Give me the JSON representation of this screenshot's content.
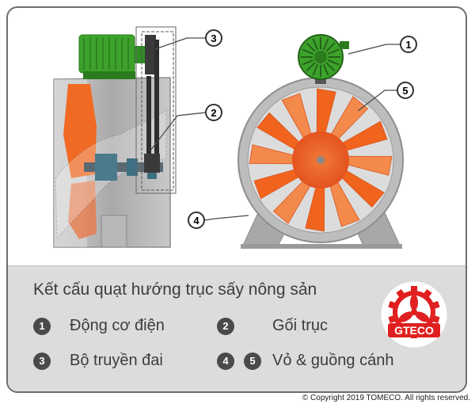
{
  "diagram": {
    "callouts": [
      "1",
      "2",
      "3",
      "4",
      "5"
    ]
  },
  "panel": {
    "caption": "Kết cấu quạt hướng trục sấy nông sản",
    "legend": [
      {
        "nums": [
          "1"
        ],
        "label": "Động cơ điện"
      },
      {
        "nums": [
          "2"
        ],
        "label": "Gối trục"
      },
      {
        "nums": [
          "3"
        ],
        "label": "Bộ truyền đai"
      },
      {
        "nums": [
          "4",
          "5"
        ],
        "label": "Vỏ & guồng cánh"
      }
    ]
  },
  "logo": {
    "text": "GTECO",
    "color": "#e02020"
  },
  "copyright": "© Copyright 2019 TOMECO. All rights reserved.",
  "colors": {
    "blade": "#f0641e",
    "motor": "#3c9e2c",
    "housing": "#9a9a9a"
  }
}
